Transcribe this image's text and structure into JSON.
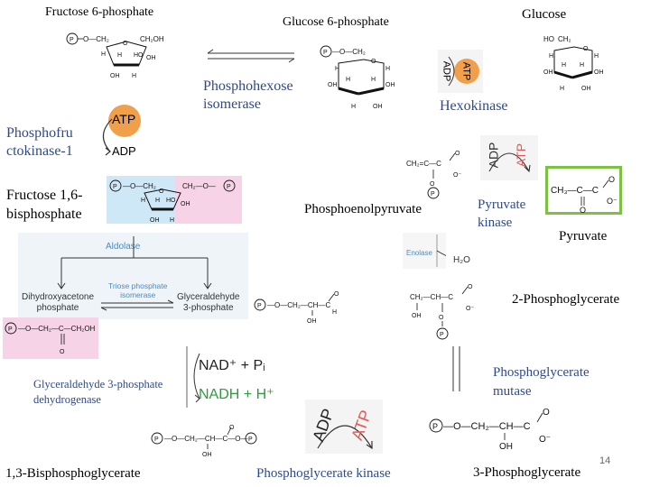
{
  "labels": {
    "fructose6p": "Fructose 6-phosphate",
    "glucose6p": "Glucose 6-phosphate",
    "glucose": "Glucose",
    "phosphohexose_isomerase": [
      "Phosphohexose",
      "isomerase"
    ],
    "hexokinase": "Hexokinase",
    "phosphofructokinase": [
      "Phosphofru",
      "ctokinase-1"
    ],
    "fructose16bp": [
      "Fructose 1,6-",
      "bisphosphate"
    ],
    "pep": "Phosphoenolpyruvate",
    "pyruvate_kinase": [
      "Pyruvate",
      "kinase"
    ],
    "pyruvate": "Pyruvate",
    "pg2": "2-Phosphoglycerate",
    "pgm": [
      "Phosphoglycerate",
      "mutase"
    ],
    "g3pdh": [
      "Glyceraldehyde 3-phosphate",
      "dehydrogenase"
    ],
    "bpg13": "1,3-Bisphosphoglycerate",
    "pgk": "Phosphoglycerate kinase",
    "pg3": "3-Phosphoglycerate",
    "page_number": "14"
  },
  "cofactors": {
    "atp": "ATP",
    "adp": "ADP",
    "nad": "NAD⁺ + Pᵢ",
    "nadh": "NADH + H⁺",
    "h2o": "H₂O",
    "enolase": "Enolase"
  },
  "aldolase_box": {
    "aldolase": "Aldolase",
    "isomerase": [
      "Triose phosphate",
      "isomerase"
    ],
    "dhap": [
      "Dihydroxyacetone",
      "phosphate"
    ],
    "gap": [
      "Glyceraldehyde",
      "3-phosphate"
    ]
  },
  "colors": {
    "enzyme_text": "#2e4a8c",
    "atp_circle": "#f0a04b",
    "pyruvate_box": "#7cc242",
    "blue_highlight": "#cfe8f7",
    "pink_highlight": "#f6d3e6",
    "adp_atp_red": "#e05a5a",
    "aldolase_box_bg": "#eef4f8",
    "aldolase_text": "#4a8bc2"
  }
}
